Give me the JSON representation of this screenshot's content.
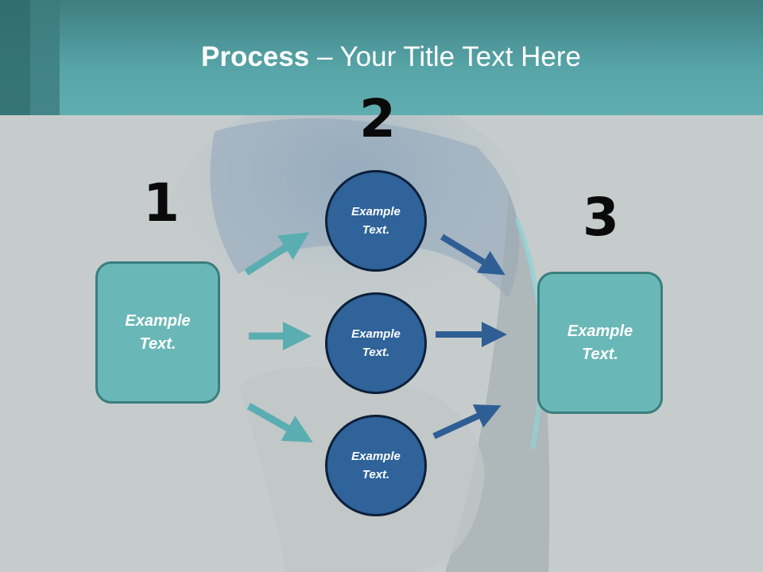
{
  "header": {
    "title_bold": "Process",
    "title_rest": " – Your Title Text Here"
  },
  "steps": {
    "one": "1",
    "two": "2",
    "three": "3"
  },
  "left_box": {
    "text": "Example\nText."
  },
  "right_box": {
    "text": "Example\nText."
  },
  "circles": [
    {
      "text": "Example\nText."
    },
    {
      "text": "Example\nText."
    },
    {
      "text": "Example\nText."
    }
  ],
  "colors": {
    "teal": "#6ab7b7",
    "blue": "#2f6399",
    "arrow_teal": "#5aaeb1",
    "arrow_blue": "#2e5e94"
  }
}
